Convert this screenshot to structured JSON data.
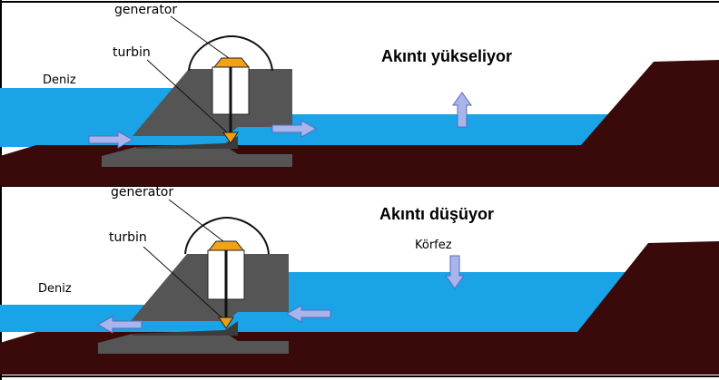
{
  "top_panel": {
    "title": "Akıntı yükseliyor",
    "labels": {
      "generator": "generator",
      "turbin": "turbin",
      "sea": "Deniz"
    }
  },
  "bottom_panel": {
    "title": "Akıntı düşüyor",
    "labels": {
      "generator": "generator",
      "turbin": "turbin",
      "sea": "Deniz",
      "bay": "Körfez"
    }
  },
  "colors": {
    "water": "#1aa3e6",
    "ground": "#3a0a0a",
    "structure": "#555555",
    "structure_dark": "#3c3c3c",
    "turbine_blade": "#e8a010",
    "generator_body": "#f2a216",
    "arrow_fill": "#a7b5ec",
    "arrow_stroke": "#5b6bb8",
    "frame": "#000000"
  }
}
